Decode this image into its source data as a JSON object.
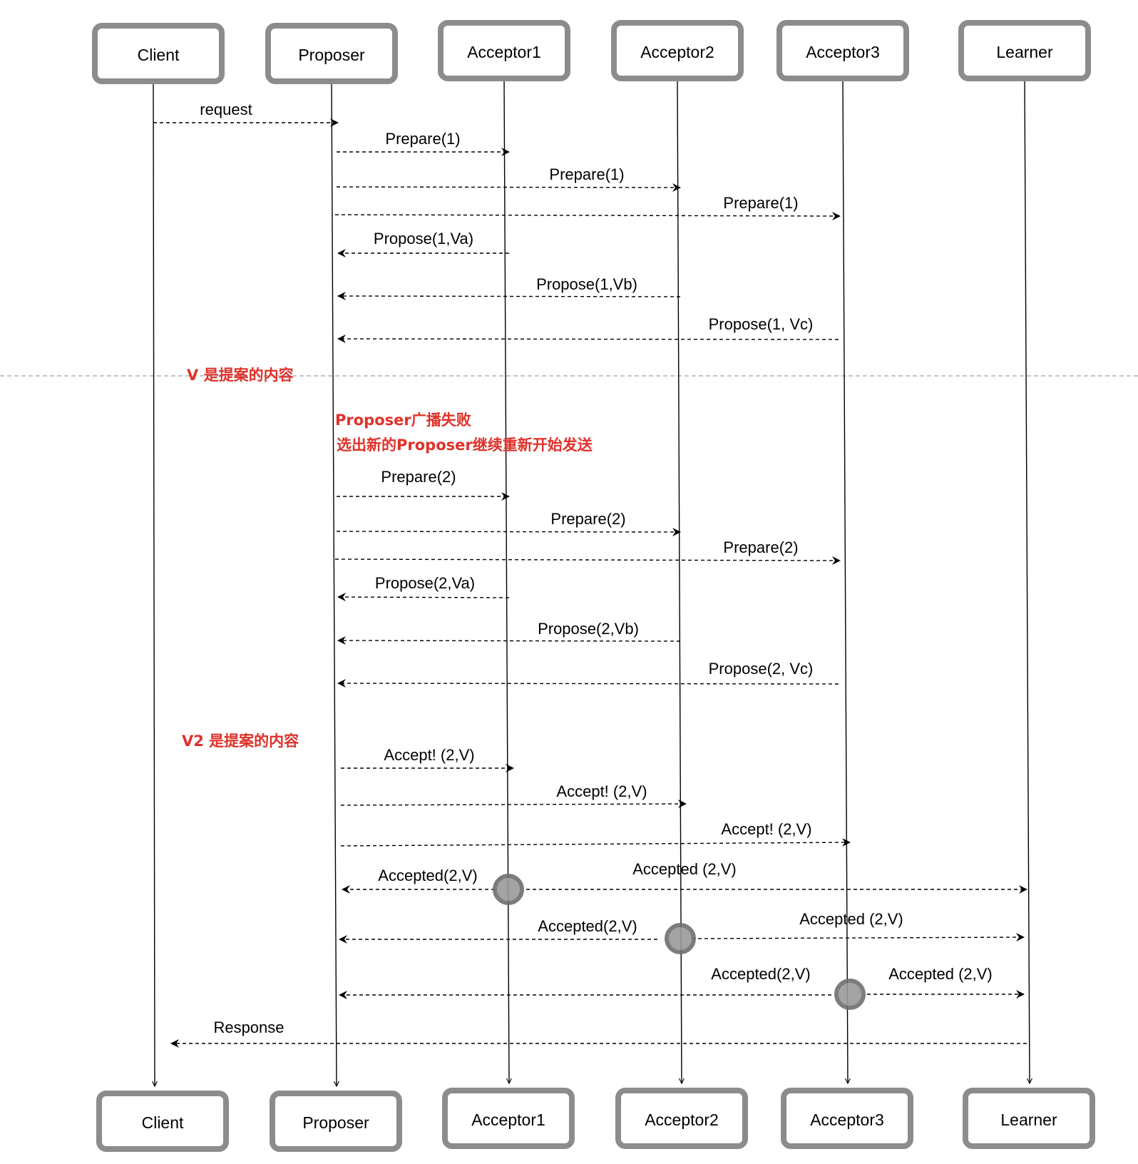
{
  "colors": {
    "box_border": "#8c8c8c",
    "line": "#000000",
    "note": "#e0312a",
    "divider": "#b0b0b0",
    "activation": "#7a7a7a"
  },
  "participants": [
    {
      "id": "client",
      "label": "Client"
    },
    {
      "id": "proposer",
      "label": "Proposer"
    },
    {
      "id": "acceptor1",
      "label": "Acceptor1"
    },
    {
      "id": "acceptor2",
      "label": "Acceptor2"
    },
    {
      "id": "acceptor3",
      "label": "Acceptor3"
    },
    {
      "id": "learner",
      "label": "Learner"
    }
  ],
  "messages": [
    {
      "from": "client",
      "to": "proposer",
      "label": "request"
    },
    {
      "from": "proposer",
      "to": "acceptor1",
      "label": "Prepare(1)"
    },
    {
      "from": "proposer",
      "to": "acceptor2",
      "label": "Prepare(1)"
    },
    {
      "from": "proposer",
      "to": "acceptor3",
      "label": "Prepare(1)"
    },
    {
      "from": "acceptor1",
      "to": "proposer",
      "label": "Propose(1,Va)"
    },
    {
      "from": "acceptor2",
      "to": "proposer",
      "label": "Propose(1,Vb)"
    },
    {
      "from": "acceptor3",
      "to": "proposer",
      "label": "Propose(1, Vc)"
    },
    {
      "from": "proposer",
      "to": "acceptor1",
      "label": "Prepare(2)"
    },
    {
      "from": "proposer",
      "to": "acceptor2",
      "label": "Prepare(2)"
    },
    {
      "from": "proposer",
      "to": "acceptor3",
      "label": "Prepare(2)"
    },
    {
      "from": "acceptor1",
      "to": "proposer",
      "label": "Propose(2,Va)"
    },
    {
      "from": "acceptor2",
      "to": "proposer",
      "label": "Propose(2,Vb)"
    },
    {
      "from": "acceptor3",
      "to": "proposer",
      "label": "Propose(2, Vc)"
    },
    {
      "from": "proposer",
      "to": "acceptor1",
      "label": "Accept! (2,V)"
    },
    {
      "from": "proposer",
      "to": "acceptor2",
      "label": "Accept! (2,V)"
    },
    {
      "from": "proposer",
      "to": "acceptor3",
      "label": "Accept! (2,V)"
    },
    {
      "from": "acceptor1",
      "to": "proposer",
      "label": "Accepted(2,V)"
    },
    {
      "from": "acceptor1",
      "to": "learner",
      "label": "Accepted (2,V)"
    },
    {
      "from": "acceptor2",
      "to": "proposer",
      "label": "Accepted(2,V)"
    },
    {
      "from": "acceptor2",
      "to": "learner",
      "label": "Accepted (2,V)"
    },
    {
      "from": "acceptor3",
      "to": "proposer",
      "label": "Accepted(2,V)"
    },
    {
      "from": "acceptor3",
      "to": "learner",
      "label": "Accepted (2,V)"
    },
    {
      "from": "learner",
      "to": "client",
      "label": "Response"
    }
  ],
  "notes": [
    {
      "text": "V 是提案的内容"
    },
    {
      "text": "Proposer广播失败"
    },
    {
      "text": "选出新的Proposer继续重新开始发送"
    },
    {
      "text": "V2 是提案的内容"
    }
  ]
}
